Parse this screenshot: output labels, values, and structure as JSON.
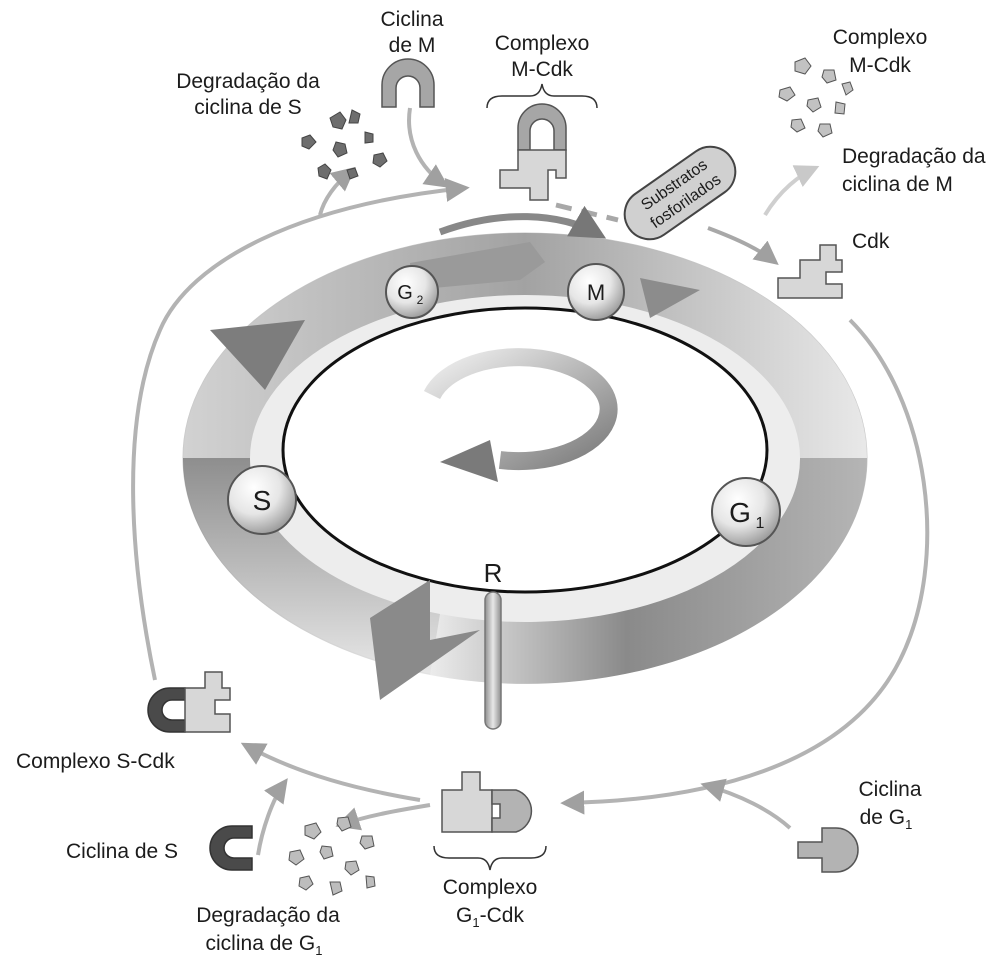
{
  "labels": {
    "ciclina_m_1": "Ciclina",
    "ciclina_m_2": "de M",
    "complexo_m_top_1": "Complexo",
    "complexo_m_top_2": "M-Cdk",
    "complexo_m_right_1": "Complexo",
    "complexo_m_right_2": "M-Cdk",
    "degradacao_s_1": "Degradação da",
    "degradacao_s_2": "ciclina de S",
    "degradacao_m_1": "Degradação da",
    "degradacao_m_2": "ciclina de M",
    "substratos_1": "Substratos",
    "substratos_2": "fosforilados",
    "cdk": "Cdk",
    "complexo_s_cdk": "Complexo S-Cdk",
    "ciclina_s": "Ciclina de S",
    "ciclina_g1_1": "Ciclina",
    "ciclina_g1_2": "de G",
    "ciclina_g1_sub": "1",
    "complexo_g1_1": "Complexo",
    "complexo_g1_2a": "G",
    "complexo_g1_sub": "1",
    "complexo_g1_2b": "-Cdk",
    "degradacao_g1_1": "Degradação da",
    "degradacao_g1_2": "ciclina de G",
    "degradacao_g1_sub": "1"
  },
  "phases": {
    "g2": "G",
    "g2_sub": "2",
    "m": "M",
    "s": "S",
    "g1": "G",
    "g1_sub": "1",
    "restriction": "R"
  },
  "colors": {
    "cyclin_m": "#a6a6a6",
    "cyclin_s": "#4a4a4a",
    "cyclin_g1": "#b3b3b3",
    "cdk": "#d7d7d7",
    "fragments": "#7a7a7a",
    "ring_dark": "#8a8a8a",
    "ring_light": "#dedede",
    "arrow": "#a8a8a8"
  }
}
